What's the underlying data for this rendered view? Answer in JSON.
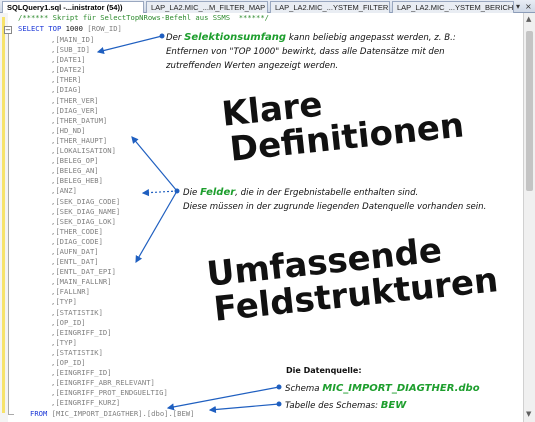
{
  "tabs": [
    {
      "label": "SQLQuery1.sql -...inistrator (54))",
      "active": true
    },
    {
      "label": "LAP_LA2.MIC_...M_FILTER_MAP",
      "active": false
    },
    {
      "label": "LAP_LA2.MIC_...YSTEM_FILTER",
      "active": false
    },
    {
      "label": "LAP_LA2.MIC_...YSTEM_BERICHT",
      "active": false
    }
  ],
  "window_controls": {
    "dropdown": "▾",
    "close": "×"
  },
  "editor": {
    "collapse_glyph": "−",
    "comment": "/****** Skript für SelectTopNRows-Befehl aus SSMS  ******/",
    "select_kw": "SELECT",
    "top_kw": "TOP",
    "top_value": "1000",
    "first_field": "[ROW_ID]",
    "fields": [
      ",[MAIN_ID]",
      ",[SUB_ID]",
      ",[DATE1]",
      ",[DATE2]",
      ",[THER]",
      ",[DIAG]",
      ",[THER_VER]",
      ",[DIAG_VER]",
      ",[THER_DATUM]",
      ",[HD_ND]",
      ",[THER_HAUPT]",
      ",[LOKALISATION]",
      ",[BELEG_OP]",
      ",[BELEG_AN]",
      ",[BELEG_HEB]",
      ",[ANZ]",
      ",[SEK_DIAG_CODE]",
      ",[SEK_DIAG_NAME]",
      ",[SEK_DIAG_LOK]",
      ",[THER_CODE]",
      ",[DIAG_CODE]",
      ",[AUFN_DAT]",
      ",[ENTL_DAT]",
      ",[ENTL_DAT_EPI]",
      ",[MAIN_FALLNR]",
      ",[FALLNR]",
      ",[TYP]",
      ",[STATISTIK]",
      ",[OP_ID]",
      ",[EINGRIFF_ID]",
      ",[TYP]",
      ",[STATISTIK]",
      ",[OP_ID]",
      ",[EINGRIFF_ID]",
      ",[EINGRIFF_ABR_RELEVANT]",
      ",[EINGRIFF_PROT_ENDGUELTIG]",
      ",[EINGRIFF_KURZ]"
    ],
    "from_kw": "FROM",
    "from_table": "[MIC_IMPORT_DIAGTHER].[dbo].[BEW]"
  },
  "annotations": {
    "selektion_prefix": "Der ",
    "selektion_highlight": "Selektionsumfang",
    "selektion_suffix": " kann beliebig angepasst werden,  z. B.:",
    "selektion_line2": "Entfernen von \"TOP 1000\" bewirkt,  dass alle Datensätze  mit den",
    "selektion_line3": "zutreffenden  Werten angezeigt werden.",
    "felder_prefix": "Die ",
    "felder_highlight": "Felder",
    "felder_suffix": ", die in der Ergebnistabelle enthalten sind.",
    "felder_line2": "Diese müssen in der zugrunde liegenden  Datenquelle vorhanden sein.",
    "datenquelle_title": "Die Datenquelle:",
    "schema_label": "Schema ",
    "schema_value": "MIC_IMPORT_DIAGTHER.dbo",
    "tabelle_label": "Tabelle des Schemas:  ",
    "tabelle_value": "BEW"
  },
  "headlines": {
    "klare": "Klare",
    "definitionen": "Definitionen",
    "umfassende": "Umfassende",
    "feldstrukturen": "Feldstrukturen"
  },
  "scrollbar": {
    "up": "▲",
    "down": "▼"
  },
  "colors": {
    "keyword": "#1a36d6",
    "comment": "#2e8b2e",
    "highlight_green": "#1d9e2d",
    "arrow_blue": "#1f5fc0",
    "gutter_marker": "#f7e36b"
  }
}
